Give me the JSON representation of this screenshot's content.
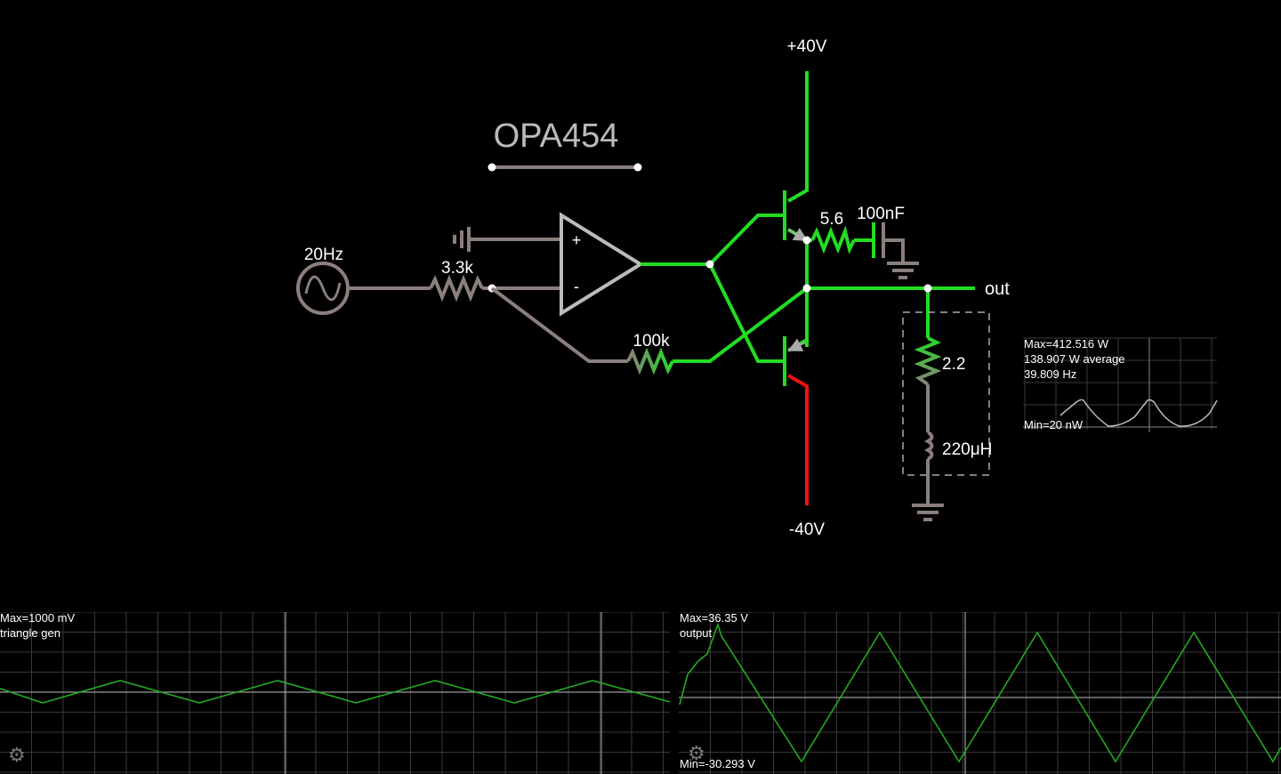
{
  "circuit": {
    "opamp_label": "OPA454",
    "source_label": "20Hz",
    "r_in_label": "3.3k",
    "r_fb_label": "100k",
    "r_emitter_label": "5.6",
    "cap_label": "100nF",
    "r_load_label": "2.2",
    "l_load_label": "220μH",
    "pos_supply_label": "+40V",
    "neg_supply_label": "-40V",
    "out_label": "out",
    "opamp_plus": "+",
    "opamp_minus": "-"
  },
  "power_scope": {
    "max_text": "Max=412.516 W",
    "avg_text": "138.907 W average",
    "freq_text": "39.809 Hz",
    "min_text": "Min=20 nW"
  },
  "scope_left": {
    "max_text": "Max=1000 mV",
    "name_text": "triangle gen",
    "trace_color": "#22aa22"
  },
  "scope_right": {
    "max_text": "Max=36.35 V",
    "name_text": "output",
    "min_text": "Min=-30.293 V",
    "trace_color": "#22aa22"
  },
  "colors": {
    "live_wire": "#22dd22",
    "negative_wire": "#ee1111",
    "neutral_wire": "#8a7f7c",
    "grid": "#3a3a3a"
  },
  "icons": {
    "settings": "gear-icon"
  }
}
